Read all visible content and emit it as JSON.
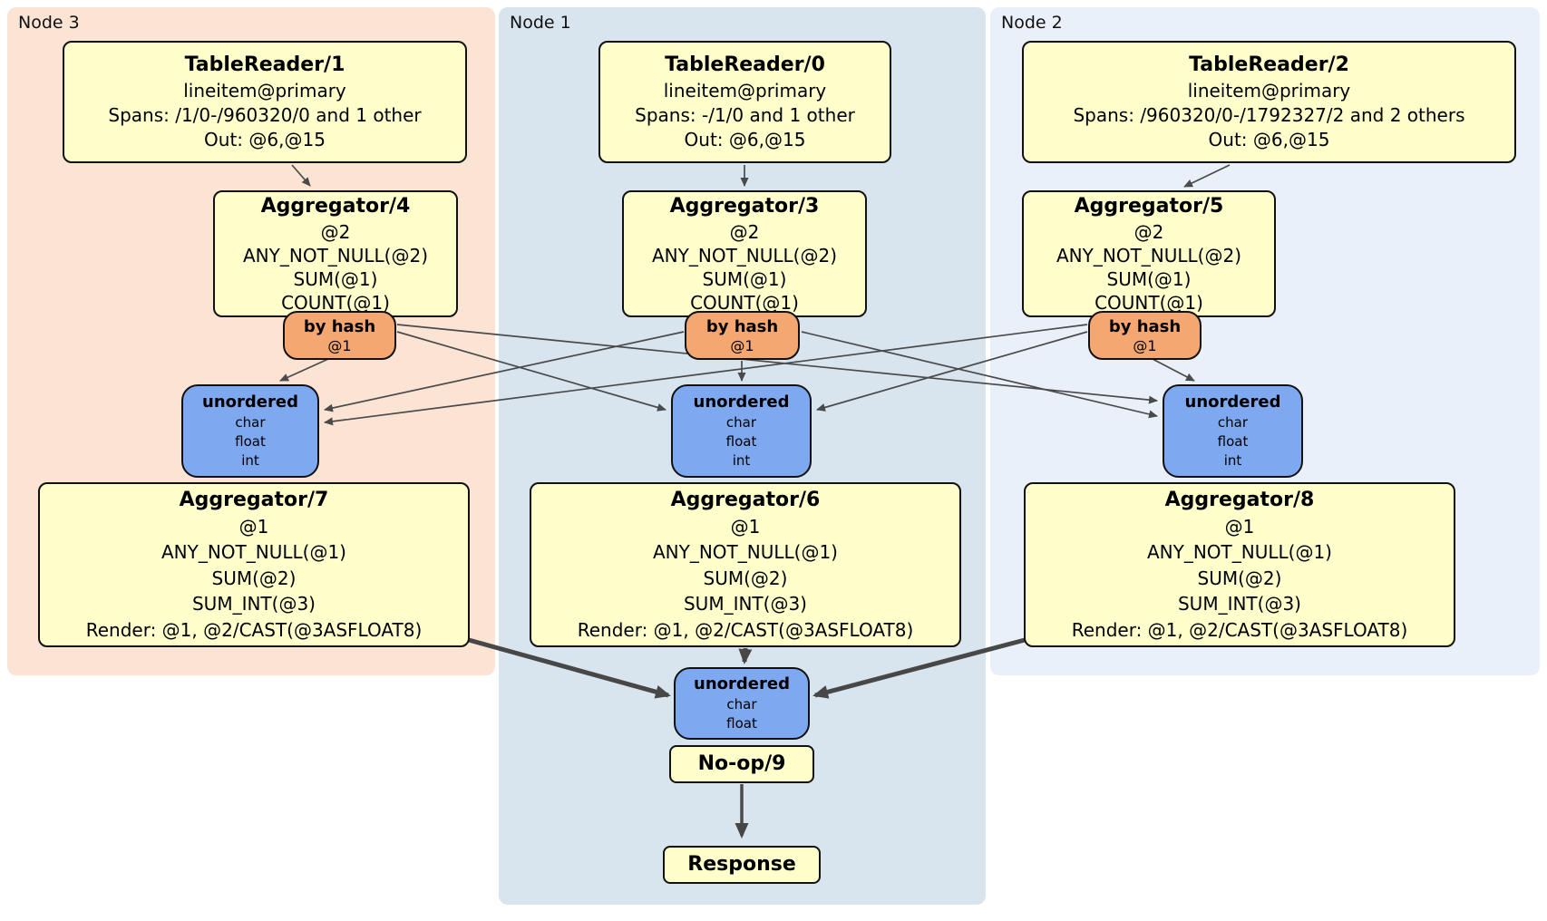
{
  "diagram": {
    "regions": [
      {
        "id": "node3",
        "label": "Node 3"
      },
      {
        "id": "node1",
        "label": "Node 1"
      },
      {
        "id": "node2",
        "label": "Node 2"
      }
    ],
    "processors": {
      "tablereader1": {
        "title": "TableReader/1",
        "lines": [
          "lineitem@primary",
          "Spans: /1/0-/960320/0 and 1 other",
          "Out: @6,@15"
        ]
      },
      "tablereader0": {
        "title": "TableReader/0",
        "lines": [
          "lineitem@primary",
          "Spans: -/1/0 and 1 other",
          "Out: @6,@15"
        ]
      },
      "tablereader2": {
        "title": "TableReader/2",
        "lines": [
          "lineitem@primary",
          "Spans: /960320/0-/1792327/2 and 2 others",
          "Out: @6,@15"
        ]
      },
      "aggregator4": {
        "title": "Aggregator/4",
        "lines": [
          "@2",
          "ANY_NOT_NULL(@2)",
          "SUM(@1)",
          "COUNT(@1)"
        ]
      },
      "aggregator3": {
        "title": "Aggregator/3",
        "lines": [
          "@2",
          "ANY_NOT_NULL(@2)",
          "SUM(@1)",
          "COUNT(@1)"
        ]
      },
      "aggregator5": {
        "title": "Aggregator/5",
        "lines": [
          "@2",
          "ANY_NOT_NULL(@2)",
          "SUM(@1)",
          "COUNT(@1)"
        ]
      },
      "aggregator7": {
        "title": "Aggregator/7",
        "lines": [
          "@1",
          "ANY_NOT_NULL(@1)",
          "SUM(@2)",
          "SUM_INT(@3)",
          "Render: @1, @2/CAST(@3ASFLOAT8)"
        ]
      },
      "aggregator6": {
        "title": "Aggregator/6",
        "lines": [
          "@1",
          "ANY_NOT_NULL(@1)",
          "SUM(@2)",
          "SUM_INT(@3)",
          "Render: @1, @2/CAST(@3ASFLOAT8)"
        ]
      },
      "aggregator8": {
        "title": "Aggregator/8",
        "lines": [
          "@1",
          "ANY_NOT_NULL(@1)",
          "SUM(@2)",
          "SUM_INT(@3)",
          "Render: @1, @2/CAST(@3ASFLOAT8)"
        ]
      },
      "noop9": {
        "title": "No-op/9"
      },
      "response": {
        "title": "Response"
      }
    },
    "routers": {
      "router_node3": {
        "title": "by hash",
        "lines": [
          "@1"
        ]
      },
      "router_node1": {
        "title": "by hash",
        "lines": [
          "@1"
        ]
      },
      "router_node2": {
        "title": "by hash",
        "lines": [
          "@1"
        ]
      }
    },
    "synchronizers": {
      "sync_node3": {
        "title": "unordered",
        "lines": [
          "char",
          "float",
          "int"
        ]
      },
      "sync_node1": {
        "title": "unordered",
        "lines": [
          "char",
          "float",
          "int"
        ]
      },
      "sync_node2": {
        "title": "unordered",
        "lines": [
          "char",
          "float",
          "int"
        ]
      },
      "sync_final": {
        "title": "unordered",
        "lines": [
          "char",
          "float"
        ]
      }
    },
    "edges": [
      {
        "from": "TableReader/1",
        "to": "Aggregator/4"
      },
      {
        "from": "TableReader/0",
        "to": "Aggregator/3"
      },
      {
        "from": "TableReader/2",
        "to": "Aggregator/5"
      },
      {
        "from": "by hash (Node 3)",
        "to": "unordered (Node 3)"
      },
      {
        "from": "by hash (Node 3)",
        "to": "unordered (Node 1)"
      },
      {
        "from": "by hash (Node 3)",
        "to": "unordered (Node 2)"
      },
      {
        "from": "by hash (Node 1)",
        "to": "unordered (Node 3)"
      },
      {
        "from": "by hash (Node 1)",
        "to": "unordered (Node 1)"
      },
      {
        "from": "by hash (Node 1)",
        "to": "unordered (Node 2)"
      },
      {
        "from": "by hash (Node 2)",
        "to": "unordered (Node 3)"
      },
      {
        "from": "by hash (Node 2)",
        "to": "unordered (Node 1)"
      },
      {
        "from": "by hash (Node 2)",
        "to": "unordered (Node 2)"
      },
      {
        "from": "Aggregator/7",
        "to": "unordered (final)"
      },
      {
        "from": "Aggregator/6",
        "to": "unordered (final)"
      },
      {
        "from": "Aggregator/8",
        "to": "unordered (final)"
      },
      {
        "from": "No-op/9",
        "to": "Response"
      }
    ],
    "colors": {
      "node3_bg": "#fce4d4",
      "node1_bg": "#d8e4ee",
      "node2_bg": "#eaf0fa",
      "processor_bg": "#ffffcc",
      "router_bg": "#f5a772",
      "sync_bg": "#7ea9f0",
      "edge": "#4a4a4a"
    }
  }
}
